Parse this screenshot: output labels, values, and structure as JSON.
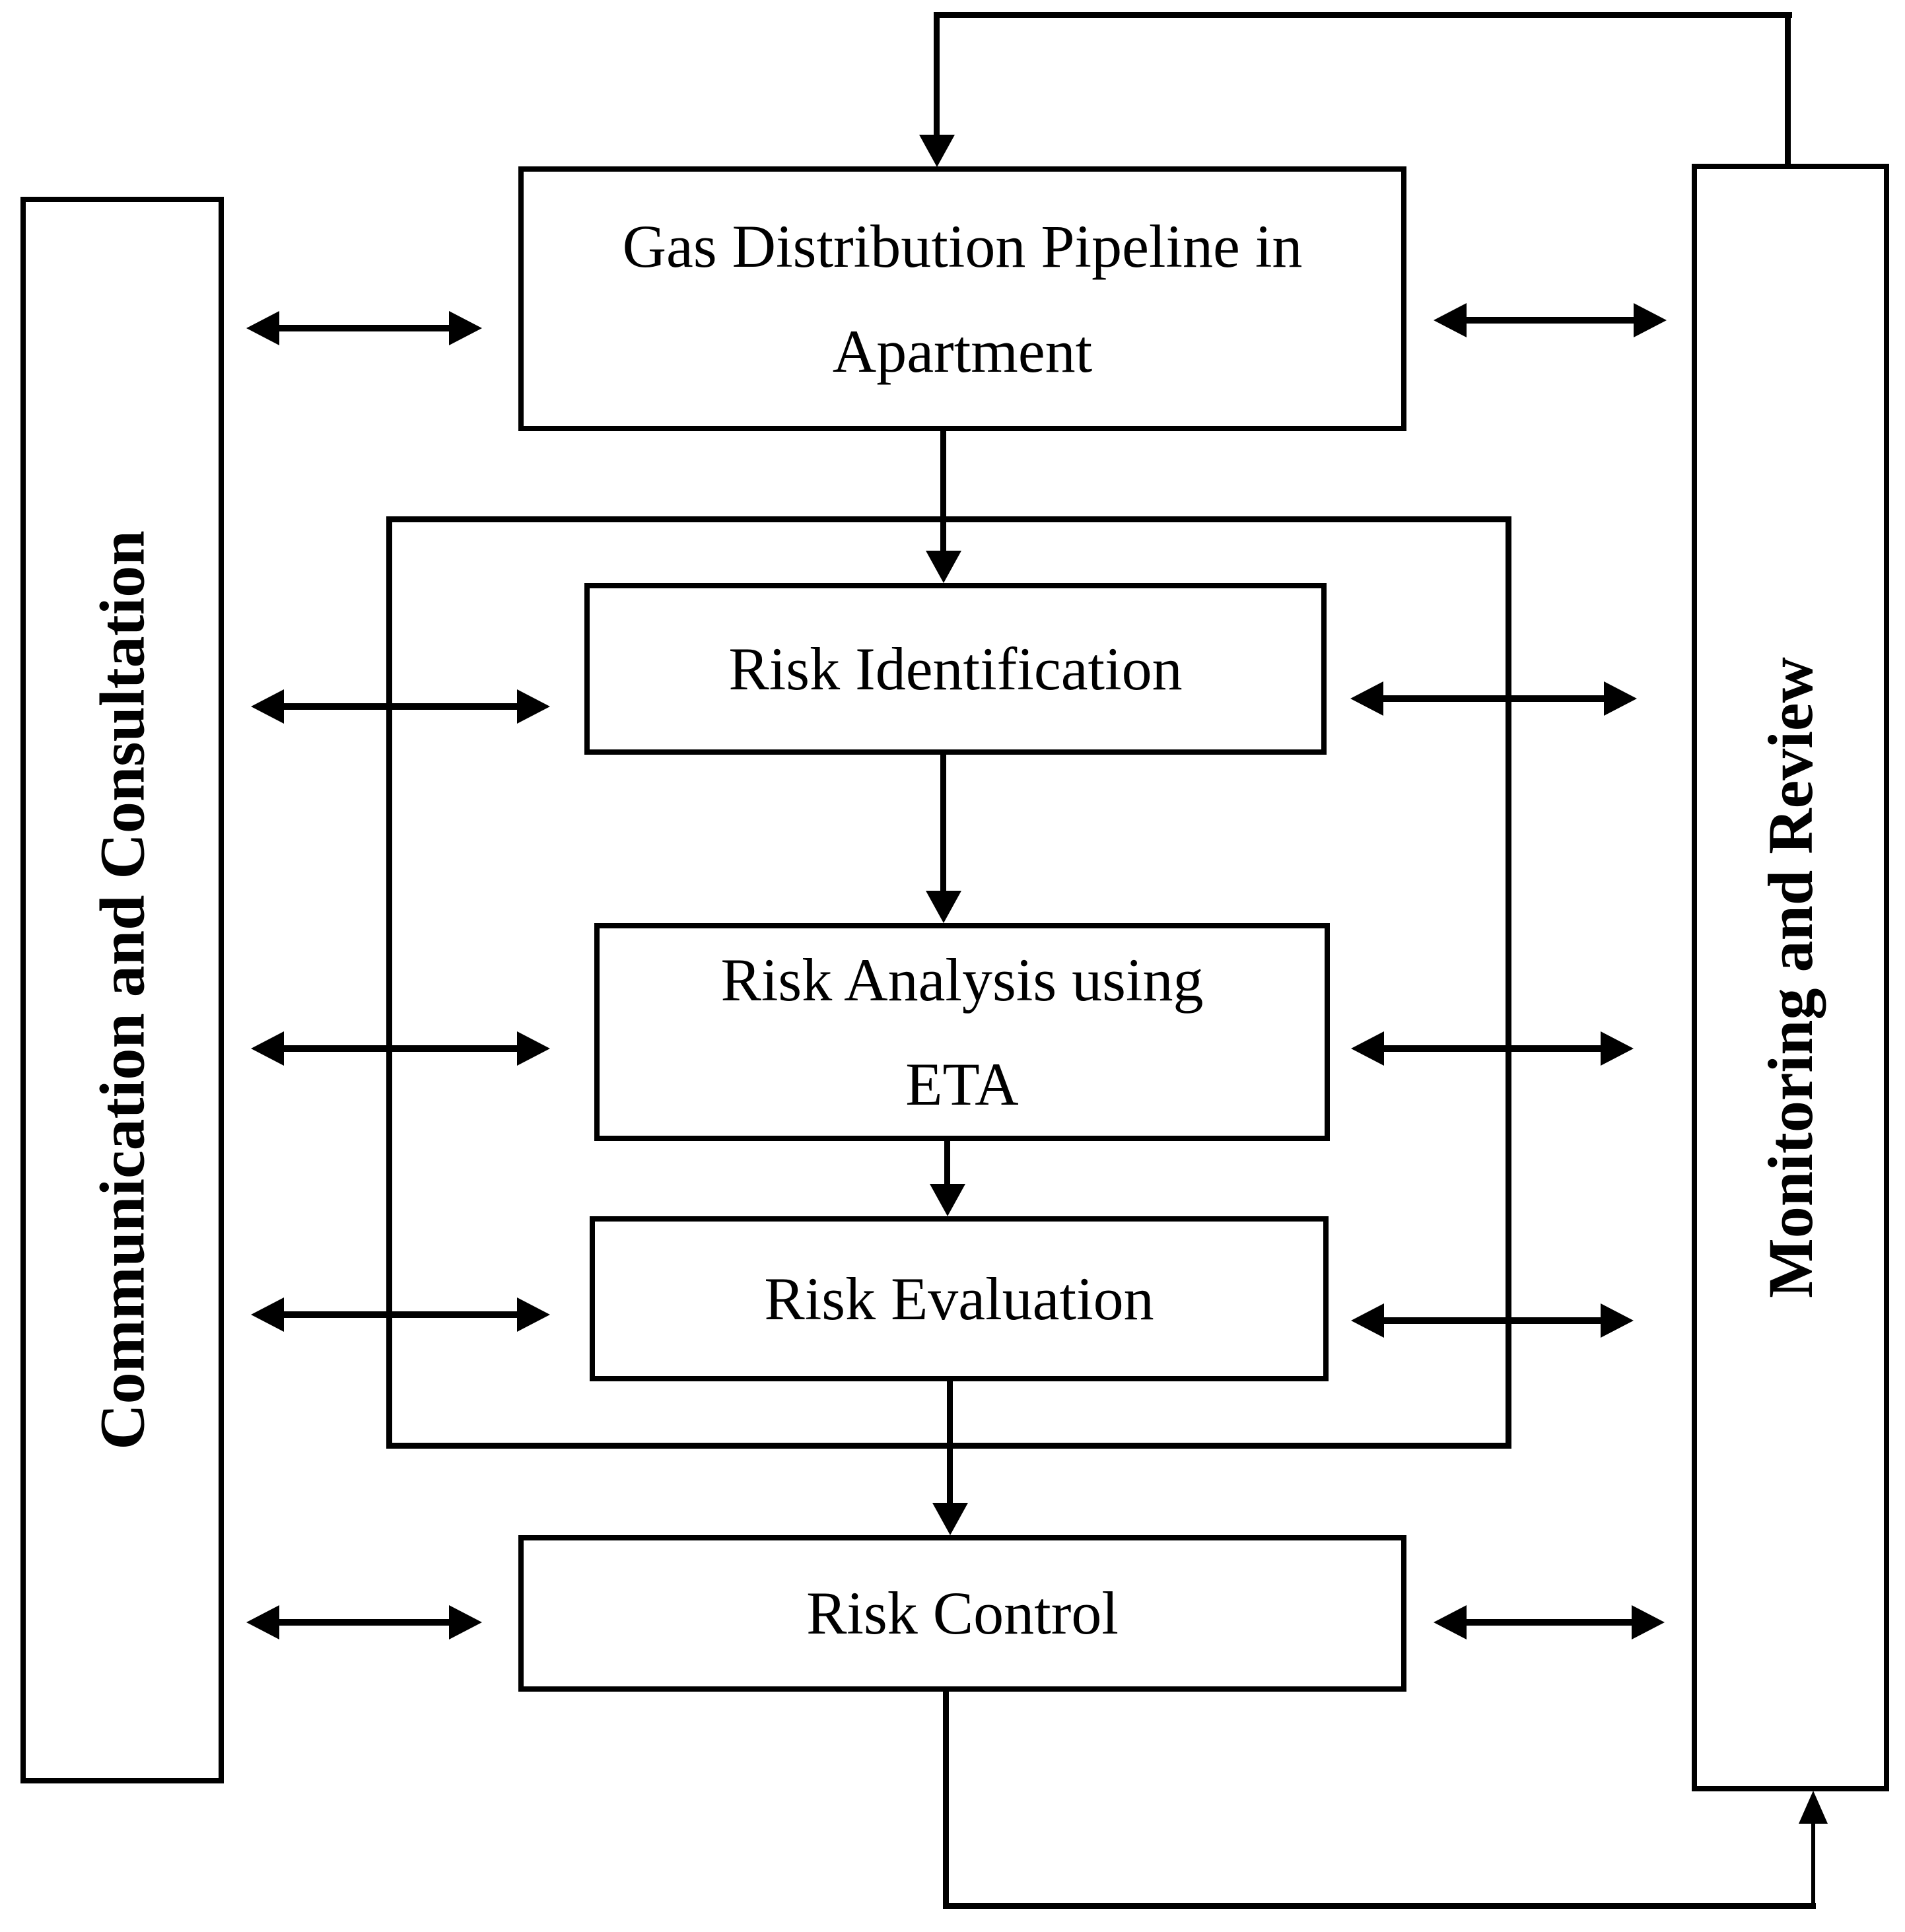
{
  "diagram": {
    "left_panel": {
      "label": "Communication and Consultation"
    },
    "right_panel": {
      "label": "Monitoring and Review"
    },
    "nodes": {
      "gas_pipeline": {
        "line1": "Gas Distribution Pipeline in",
        "line2": "Apartment"
      },
      "risk_identification": {
        "label": "Risk Identification"
      },
      "risk_analysis": {
        "line1": "Risk Analysis using",
        "line2": "ETA"
      },
      "risk_evaluation": {
        "label": "Risk Evaluation"
      },
      "risk_control": {
        "label": "Risk Control"
      }
    },
    "colors": {
      "outline": "#000000",
      "background": "#ffffff"
    }
  }
}
